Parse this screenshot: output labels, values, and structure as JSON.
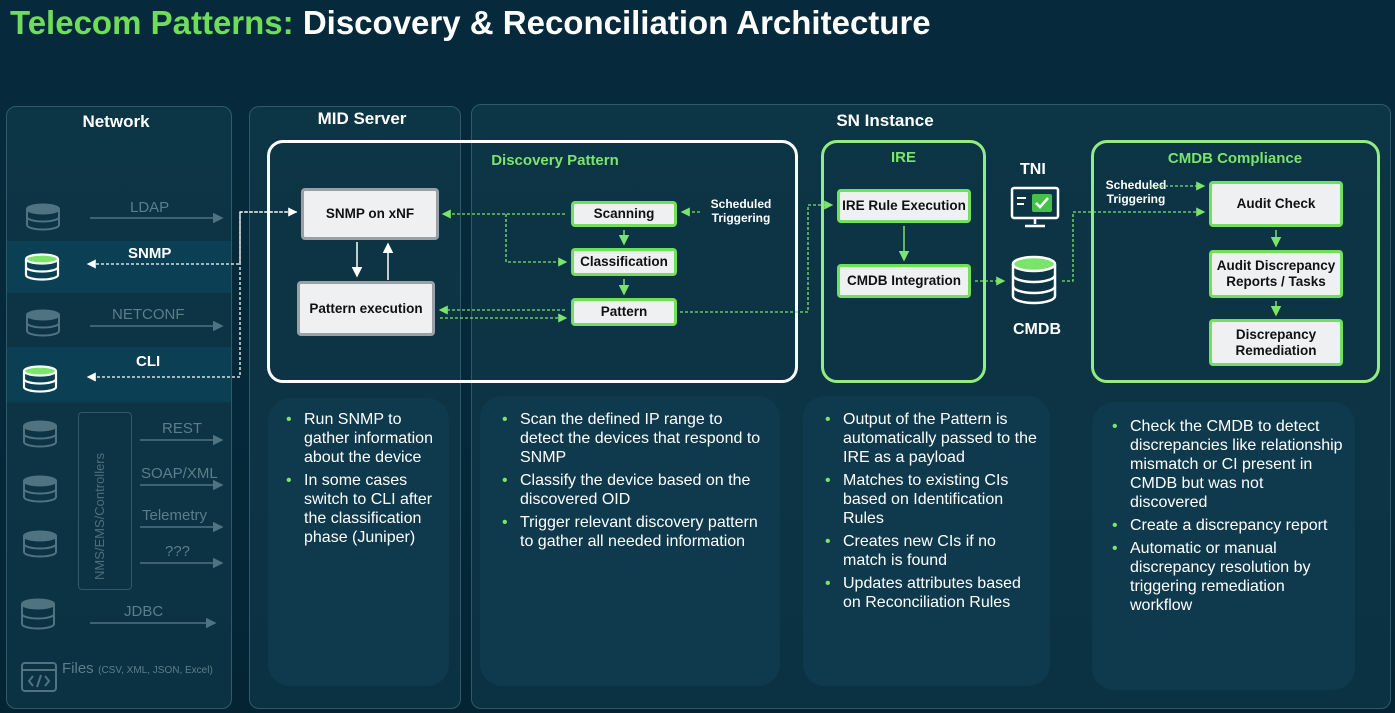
{
  "title": {
    "accent": "Telecom Patterns:",
    "main": "Discovery & Reconciliation Architecture"
  },
  "columns": {
    "network": "Network",
    "mid": "MID Server",
    "sn": "SN Instance"
  },
  "network": {
    "ldap": "LDAP",
    "snmp": "SNMP",
    "netconf": "NETCONF",
    "cli": "CLI",
    "rest": "REST",
    "soap": "SOAP/XML",
    "telemetry": "Telemetry",
    "unknown": "???",
    "controllers": "NMS/EMS/Controllers",
    "jdbc": "JDBC",
    "files": "Files",
    "files_types": "(CSV, XML, JSON, Excel)"
  },
  "mid": {
    "snmp_node": "SNMP on xNF",
    "pattern_exec": "Pattern execution"
  },
  "discovery": {
    "title": "Discovery Pattern",
    "scanning": "Scanning",
    "classification": "Classification",
    "pattern": "Pattern",
    "scheduled": "Scheduled Triggering"
  },
  "ire": {
    "title": "IRE",
    "rule": "IRE Rule Execution",
    "integration": "CMDB Integration"
  },
  "tni": "TNI",
  "cmdb": "CMDB",
  "compliance": {
    "title": "CMDB Compliance",
    "scheduled": "Scheduled Triggering",
    "audit": "Audit Check",
    "reports": "Audit Discrepancy Reports / Tasks",
    "remediation": "Discrepancy Remediation"
  },
  "desc": {
    "mid": [
      "Run SNMP to gather information about the device",
      "In some cases switch to CLI after the classification phase (Juniper)"
    ],
    "discovery": [
      "Scan the defined IP range to detect the devices that respond to SNMP",
      "Classify the device based on the discovered OID",
      "Trigger relevant discovery pattern to gather all needed information"
    ],
    "ire": [
      "Output of the Pattern is automatically passed to the IRE as a payload",
      "Matches to existing CIs based on Identification Rules",
      "Creates new CIs if no match is found",
      "Updates attributes based on Reconciliation Rules"
    ],
    "compliance": [
      "Check the CMDB to detect discrepancies like relationship mismatch or CI present in CMDB but was not discovered",
      "Create a discrepancy report",
      "Automatic or manual discrepancy resolution by triggering remediation workflow"
    ]
  },
  "colors": {
    "accent": "#6fdc5a",
    "node_border": "#72e05c",
    "background": "#062a3b"
  }
}
